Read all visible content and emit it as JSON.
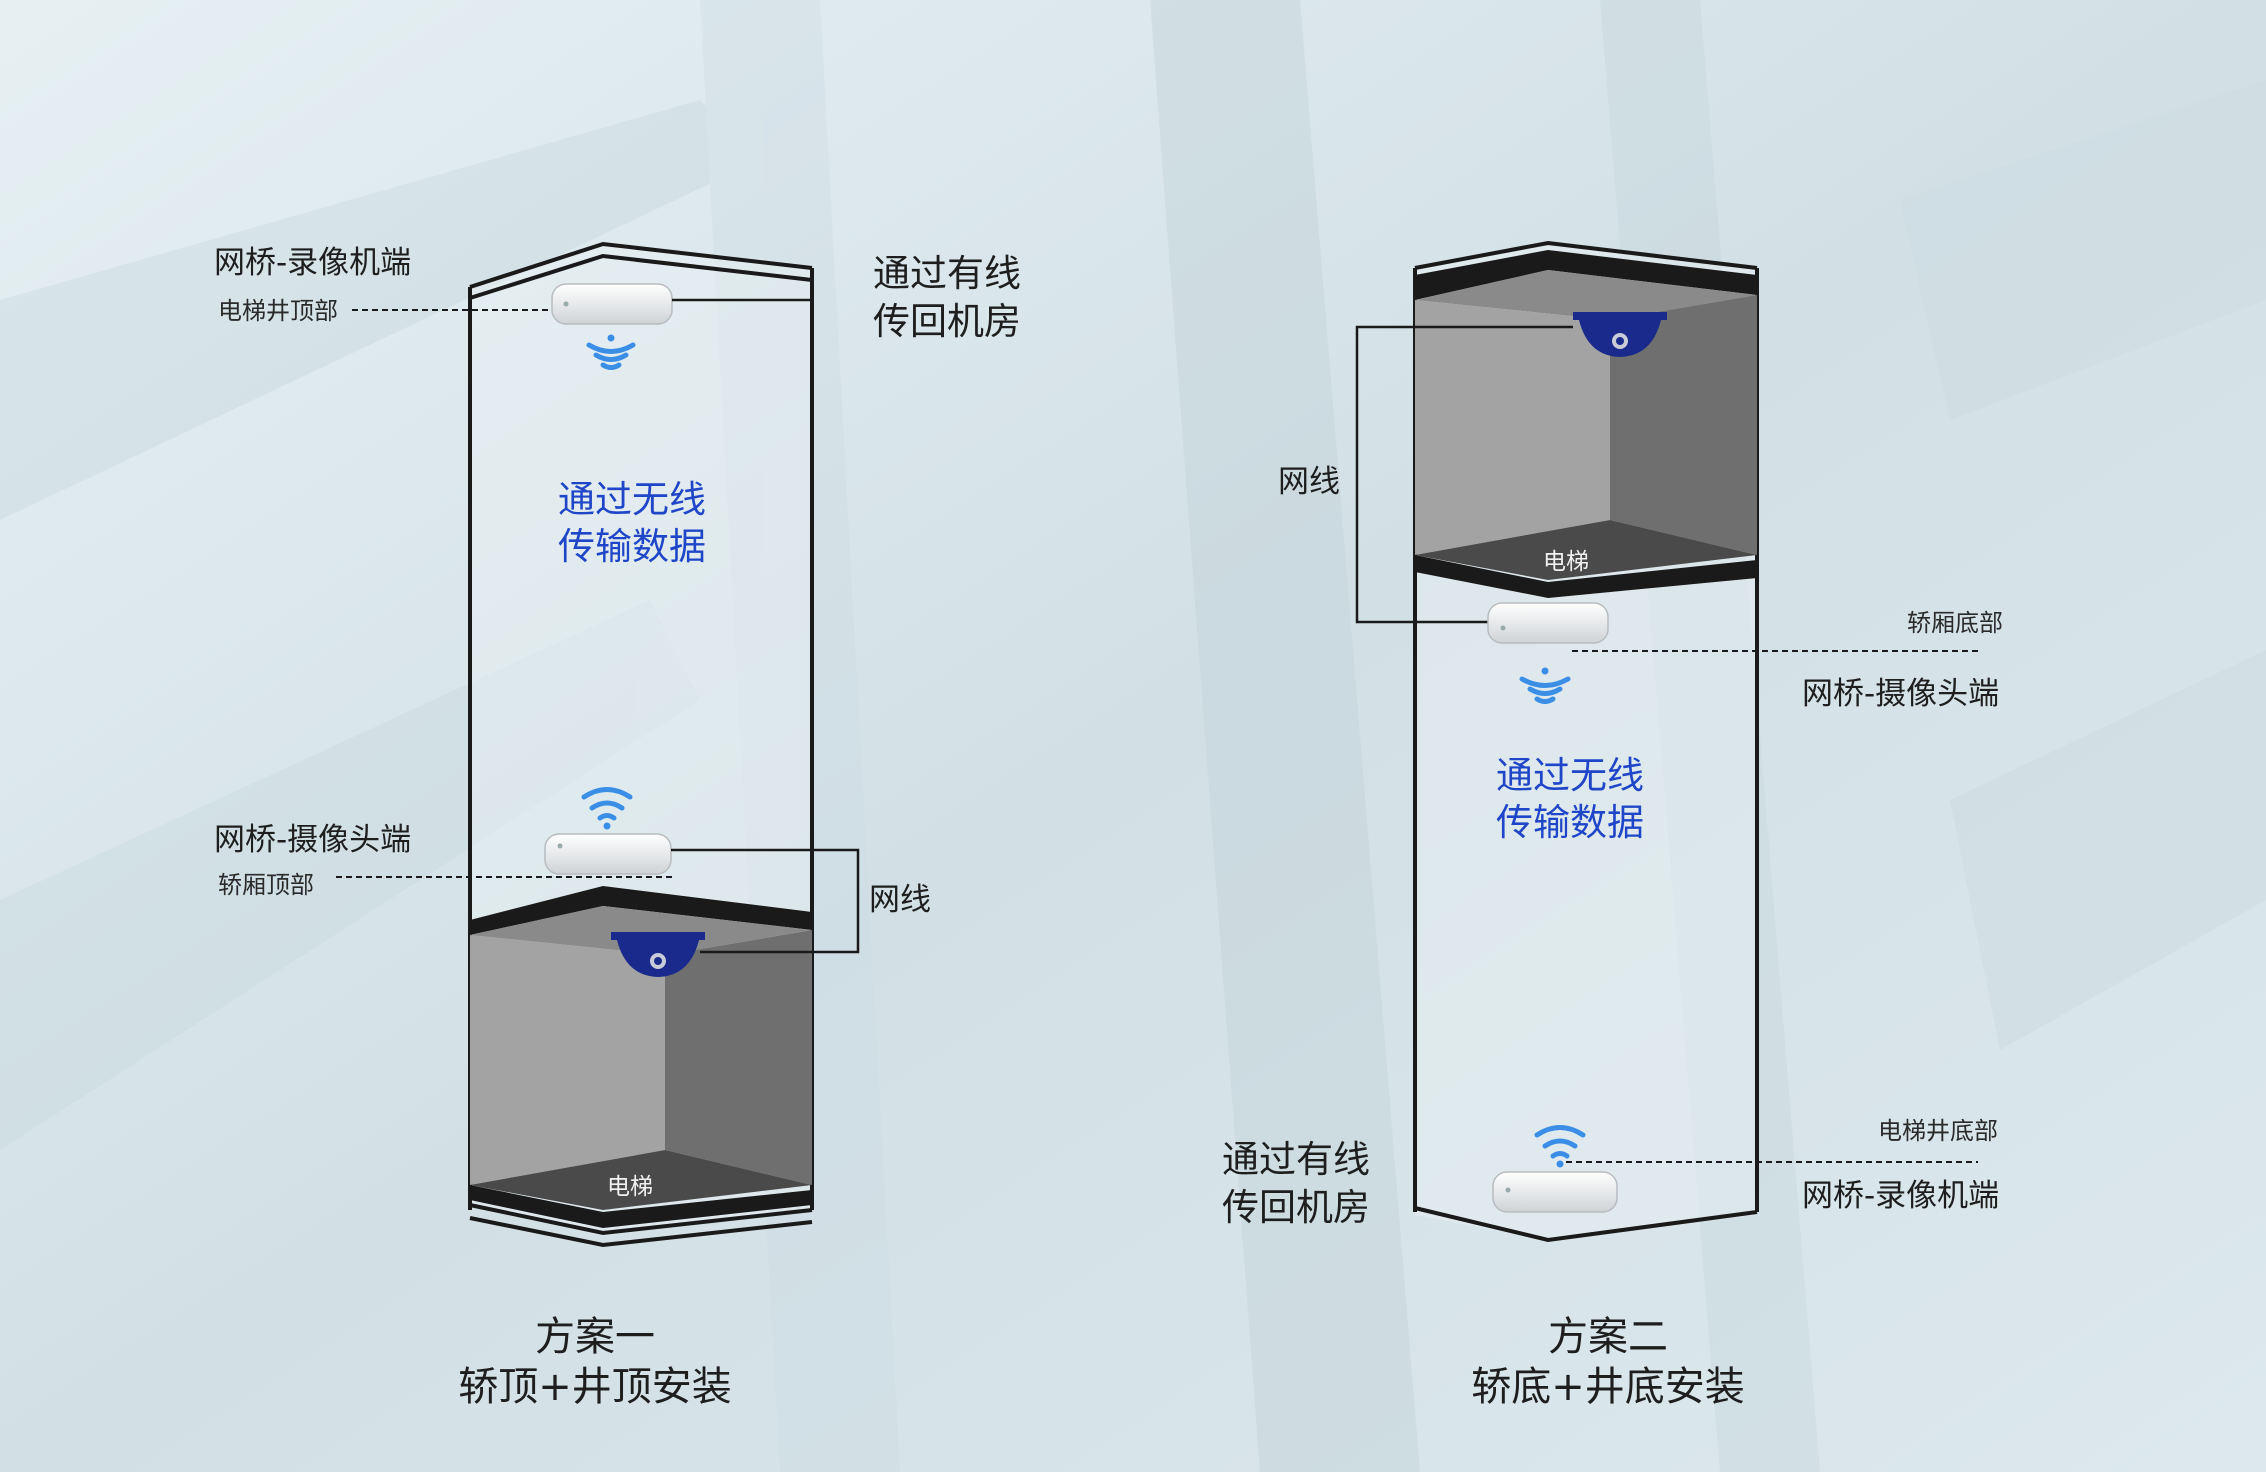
{
  "colors": {
    "accent_blue": "#1f46c8",
    "camera_navy": "#1a2a8c",
    "wifi_blue": "#3a8ee6",
    "line_dark": "#1a1a1a",
    "car_gray": "#8c8c8c"
  },
  "icons": [
    "wifi-icon",
    "dome-camera-icon",
    "bridge-device-icon"
  ],
  "scheme1": {
    "bridge_recorder_label": "网桥-录像机端",
    "bridge_recorder_sub": "电梯井顶部",
    "wired_note_line1": "通过有线",
    "wired_note_line2": "传回机房",
    "wireless_line1": "通过无线",
    "wireless_line2": "传输数据",
    "bridge_camera_label": "网桥-摄像头端",
    "bridge_camera_sub": "轿厢顶部",
    "cable_label": "网线",
    "elevator_label": "电梯",
    "caption_line1": "方案一",
    "caption_line2": "轿顶+井顶安装"
  },
  "scheme2": {
    "cable_label": "网线",
    "elevator_label": "电梯",
    "bridge_camera_sub": "轿厢底部",
    "bridge_camera_label": "网桥-摄像头端",
    "wireless_line1": "通过无线",
    "wireless_line2": "传输数据",
    "bridge_recorder_sub": "电梯井底部",
    "bridge_recorder_label": "网桥-录像机端",
    "wired_note_line1": "通过有线",
    "wired_note_line2": "传回机房",
    "caption_line1": "方案二",
    "caption_line2": "轿底+井底安装"
  }
}
